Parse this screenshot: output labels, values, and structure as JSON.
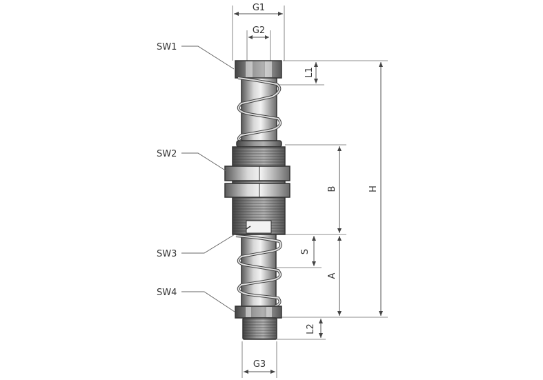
{
  "diagram": {
    "dimensions": {
      "G1": "G1",
      "G2": "G2",
      "G3": "G3",
      "L1": "L1",
      "L2": "L2",
      "H": "H",
      "B": "B",
      "S": "S",
      "A": "A"
    },
    "wrench_sizes": {
      "SW1": "SW1",
      "SW2": "SW2",
      "SW3": "SW3",
      "SW4": "SW4"
    }
  }
}
